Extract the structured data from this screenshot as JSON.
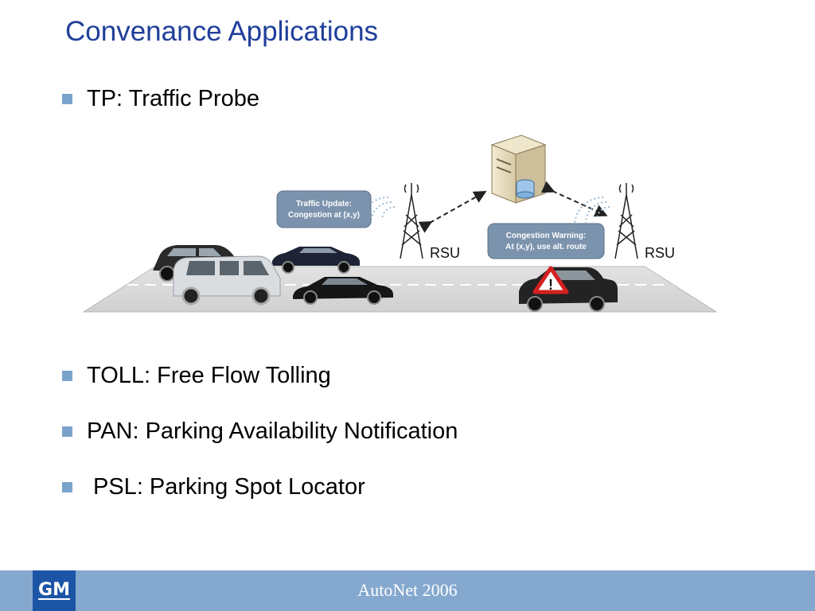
{
  "slide": {
    "title": "Convenance Applications",
    "bullets": [
      {
        "text": "TP: Traffic Probe"
      },
      {
        "text": "TOLL: Free Flow Tolling"
      },
      {
        "text": "PAN: Parking Availability Notification"
      },
      {
        "text": "PSL: Parking Spot Locator"
      }
    ]
  },
  "diagram": {
    "bubble_left": {
      "line1": "Traffic Update:",
      "line2": "Congestion at (x,y)"
    },
    "bubble_right": {
      "line1": "Congestion Warning:",
      "line2": "At (x,y), use alt. route"
    },
    "rsu_left_label": "RSU",
    "rsu_right_label": "RSU",
    "warning_symbol": "!"
  },
  "footer": {
    "logo": "GM",
    "text": "AutoNet 2006"
  }
}
